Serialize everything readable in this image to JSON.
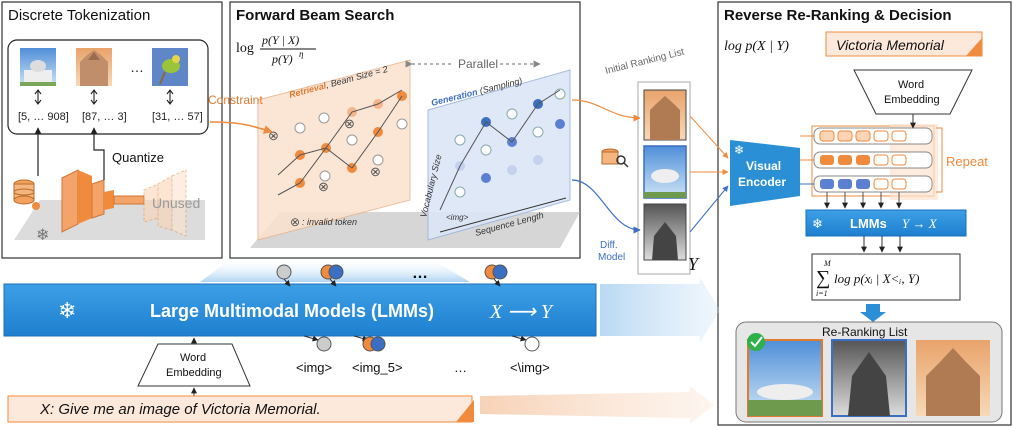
{
  "panels": {
    "tokenization": {
      "title": "Discrete Tokenization",
      "token_groups": [
        "[5, … 908]",
        "[87, … 3]",
        "[31, … 57]"
      ],
      "ellipsis": "…",
      "quantize": "Quantize",
      "unused": "Unused"
    },
    "forward": {
      "title": "Forward Beam Search",
      "formula_prefix": "log",
      "formula_num": "p(Y | X)",
      "formula_den": "p(Y)",
      "formula_exp": "η",
      "constraint": "Constraint",
      "parallel": "Parallel",
      "retrieval": "Retrieval",
      "beam_size": ", Beam Size = 2",
      "generation": "Generation",
      "sampling": " (Sampling)",
      "invalid_token": ": invalid token",
      "vocab_size": "Vocabulary Size",
      "sequence_length": "Sequence Length",
      "img_token": "<img>"
    },
    "ranking": {
      "initial_list": "Initial Ranking List",
      "diff_model_1": "Diff.",
      "diff_model_2": "Model",
      "y_label": "Y"
    },
    "reverse": {
      "title": "Reverse Re-Ranking & Decision",
      "formula": "log p(X | Y)",
      "query_text": "Victoria Memorial",
      "word_embedding_1": "Word",
      "word_embedding_2": "Embedding",
      "visual_encoder_1": "Visual",
      "visual_encoder_2": "Encoder",
      "repeat": "Repeat",
      "lmm_label": "LMMs",
      "lmm_mapping": "Y → X",
      "sum_formula": "log p(xᵢ | X<ᵢ, Y)",
      "sum_top": "M",
      "sum_bottom": "i=1",
      "rerank_title": "Re-Ranking List"
    }
  },
  "lmm_bar": {
    "label": "Large Multimodal Models (LMMs)",
    "mapping": "X ⟶ Y",
    "top_ellipsis": "…",
    "outputs": [
      "<img>",
      "<img_5>",
      "…",
      "<\\img>"
    ]
  },
  "bottom": {
    "word_embedding_1": "Word",
    "word_embedding_2": "Embedding",
    "prompt": "X:  Give me an image of Victoria Memorial."
  },
  "colors": {
    "lmm_blue": "#2b8fd6",
    "orange": "#f08a3c",
    "light_orange": "#fbd9c1",
    "dark_blue": "#1f5fa8",
    "node_blue": "#5b7fd1"
  }
}
